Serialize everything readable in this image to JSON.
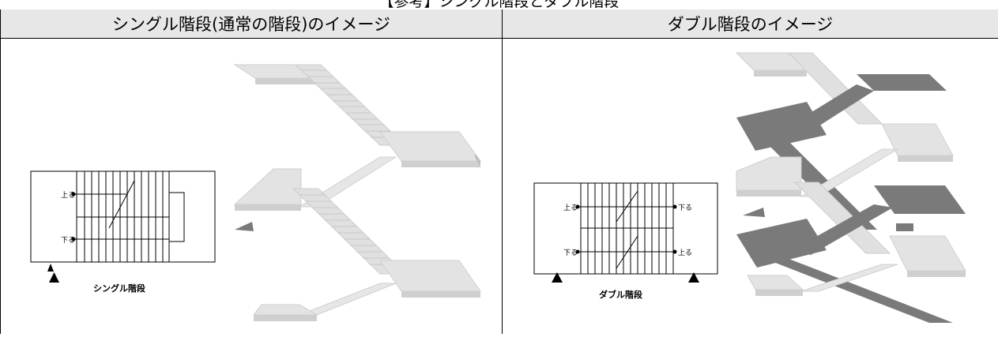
{
  "page_top_title": "【参考】シングル階段とダブル階段",
  "headers": {
    "left": "シングル階段(通常の階段)のイメージ",
    "right": "ダブル階段のイメージ"
  },
  "single_plan": {
    "label_up": "上る",
    "label_down": "下る",
    "caption": "シングル階段"
  },
  "double_plan": {
    "label_up_left": "上る",
    "label_down_right": "下る",
    "label_down_left": "下る",
    "label_up_right": "上る",
    "caption": "ダブル階段"
  },
  "colors": {
    "header_bg": "#e7e7e7",
    "stair_light": "#e3e3e3",
    "stair_dark": "#7a7a7a"
  }
}
